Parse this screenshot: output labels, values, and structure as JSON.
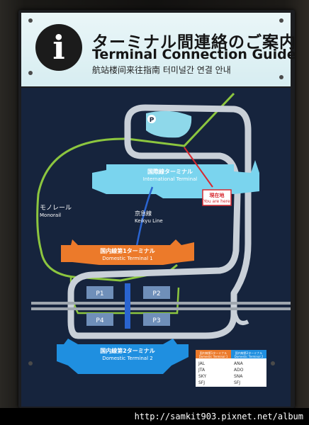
{
  "sign": {
    "info_symbol": "i",
    "title_ja": "ターミナル間連絡のご案内",
    "title_en": "Terminal Connection Guide",
    "title_other": "航站楼间来往指南 터미널간 연결 안내"
  },
  "map": {
    "international_terminal_ja": "国際線ターミナル",
    "international_terminal_en": "International Terminal",
    "domestic_terminal_1_ja": "国内線第1ターミナル",
    "domestic_terminal_1_en": "Domestic Terminal 1",
    "domestic_terminal_2_ja": "国内線第2ターミナル",
    "domestic_terminal_2_en": "Domestic Terminal 2",
    "monorail_ja": "モノレール",
    "monorail_en": "Monorail",
    "keikyu_ja": "京急線",
    "keikyu_en": "Keikyu Line",
    "you_are_here_ja": "現在地",
    "you_are_here_en": "You are here",
    "parking": [
      "P1",
      "P2",
      "P3",
      "P4"
    ],
    "parking_symbol": "P"
  },
  "legend": {
    "t1_header_ja": "国内線第1ターミナル",
    "t1_header_en": "Domestic Terminal 1",
    "t2_header_ja": "国内線第2ターミナル",
    "t2_header_en": "Domestic Terminal 2",
    "t1_airlines": [
      "JAL",
      "JTA",
      "SKY",
      "SFJ"
    ],
    "t2_airlines": [
      "ANA",
      "ADO",
      "SNA",
      "SFJ"
    ]
  },
  "colors": {
    "domestic_1": "#ec7a2a",
    "domestic_2": "#1f8fe0",
    "international": "#7ad4ee",
    "monorail_line": "#8cc63f",
    "keikyu_line": "#2a64d0",
    "road": "#c9d0d8",
    "you_are_here": "#d7282f"
  },
  "watermark": "http://samkit903.pixnet.net/album"
}
